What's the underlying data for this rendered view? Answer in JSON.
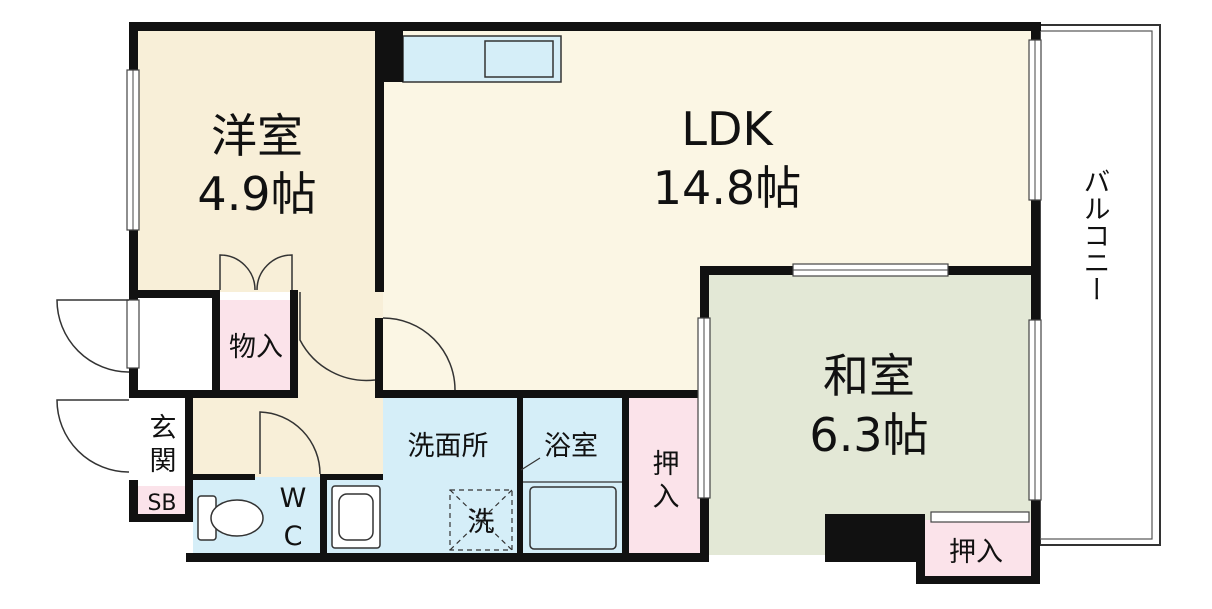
{
  "rooms": {
    "western": {
      "name": "洋室",
      "size": "4.9帖"
    },
    "ldk": {
      "name": "LDK",
      "size": "14.8帖"
    },
    "japanese": {
      "name": "和室",
      "size": "6.3帖"
    },
    "storage": {
      "label": "物入"
    },
    "entrance": {
      "line1": "玄",
      "line2": "関"
    },
    "shoebox": {
      "label": "SB"
    },
    "toilet": {
      "line1": "W",
      "line2": "C"
    },
    "washroom": {
      "label": "洗面所"
    },
    "bath": {
      "label": "浴室"
    },
    "washer": {
      "label": "洗"
    },
    "closet_mid": {
      "line1": "押",
      "line2": "入"
    },
    "closet_right": {
      "label": "押入"
    },
    "balcony": {
      "label": "バルコニー"
    }
  },
  "colors": {
    "western": "#f8efd8",
    "ldk": "#fbf6e4",
    "japanese": "#e3e8d6",
    "storage": "#fbe3ea",
    "wet": "#d5eef8",
    "wall": "#111111"
  }
}
